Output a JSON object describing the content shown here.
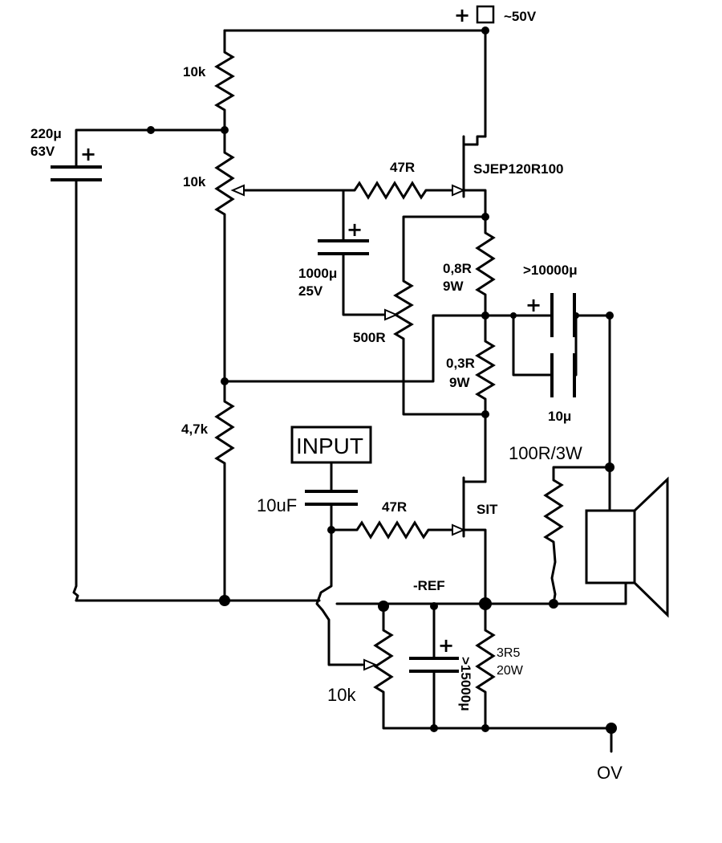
{
  "labels": {
    "supply": "~50V",
    "r_top": "10k",
    "pot_top": "10k",
    "c_bias_value": "220μ",
    "c_bias_voltage": "63V",
    "r_gate_top": "47R",
    "q_top": "SJEP120R100",
    "c_1000_value": "1000μ",
    "c_1000_voltage": "25V",
    "pot_500": "500R",
    "r_08_value": "0,8R",
    "r_08_power": "9W",
    "c_out_main": ">10000μ",
    "r_03_value": "0,3R",
    "r_03_power": "9W",
    "c_out_bypass": "10μ",
    "r_47k": "4,7k",
    "input": "INPUT",
    "c_in": "10uF",
    "r_gate_bottom": "47R",
    "q_bottom": "SIT",
    "r_load": "100R/3W",
    "ref": "-REF",
    "pot_ref": "10k",
    "c_ref": ">15000μ",
    "r_3r5_value": "3R5",
    "r_3r5_power": "20W",
    "ground": "OV"
  }
}
